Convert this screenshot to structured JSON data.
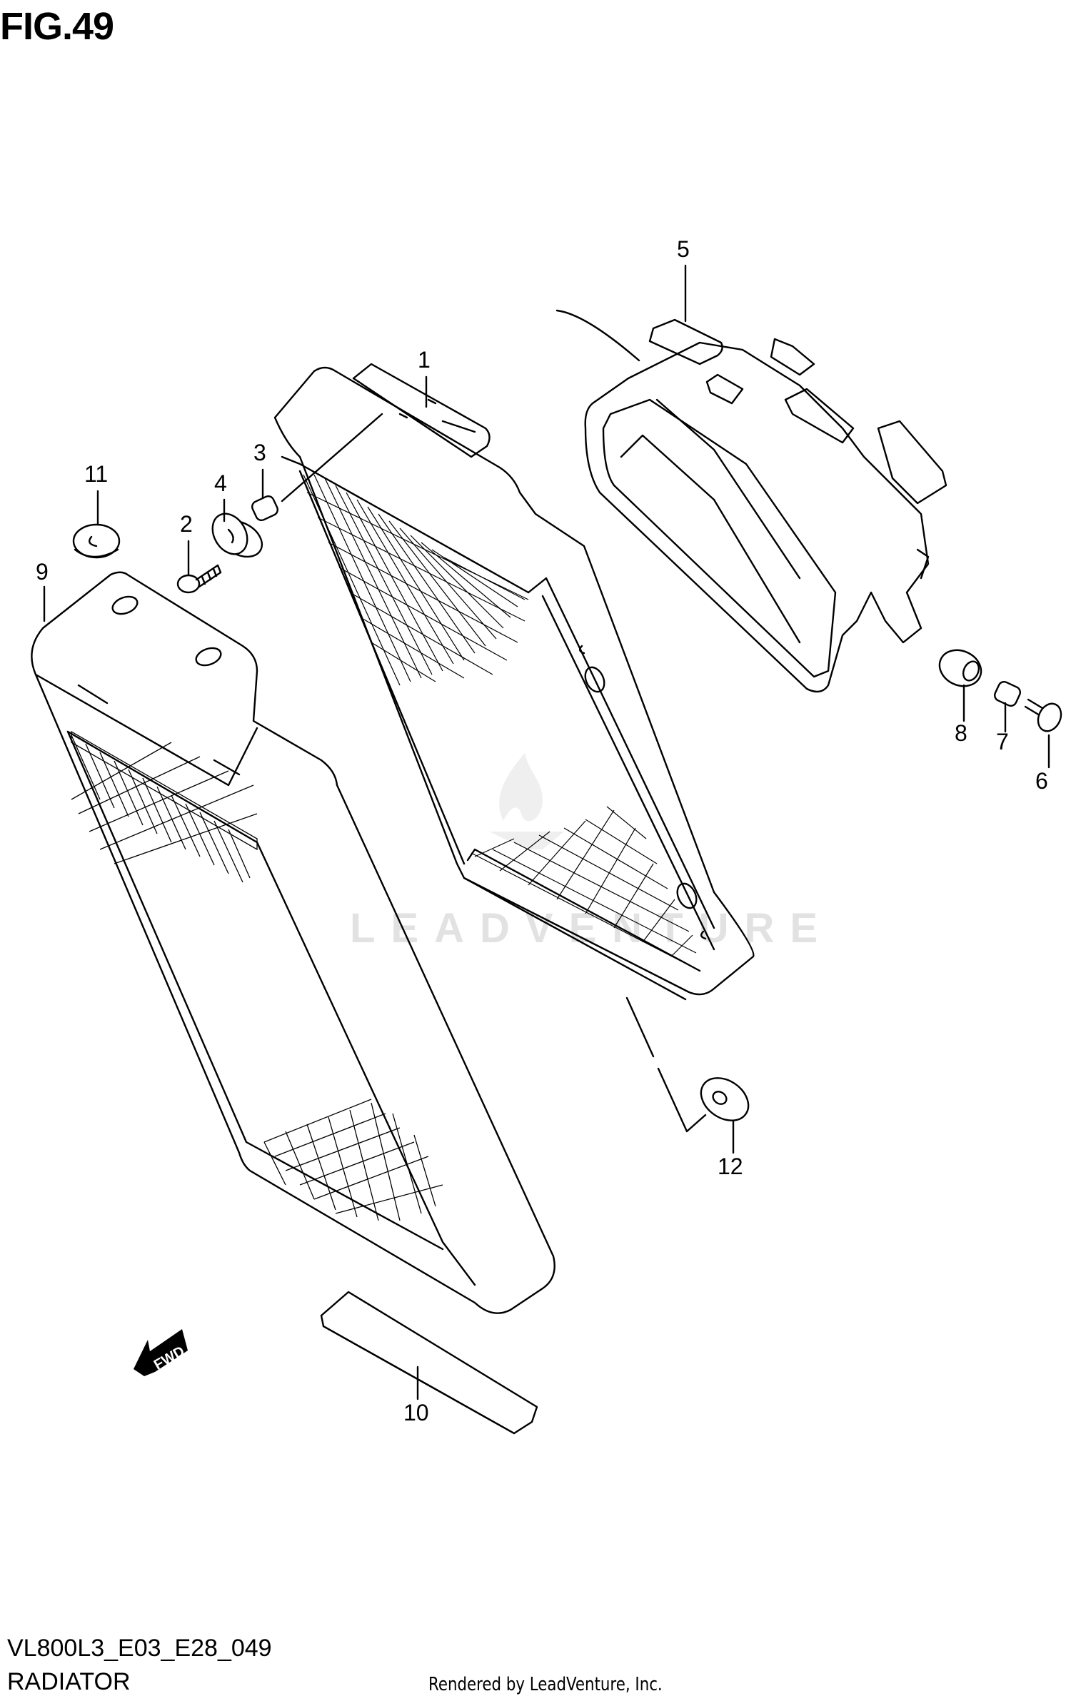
{
  "header": {
    "figure_title": "FIG.49"
  },
  "footer": {
    "diagram_code": "VL800L3_E03_E28_049",
    "section_name": "RADIATOR",
    "credit": "Rendered by LeadVenture, Inc."
  },
  "watermark": {
    "text": "LEADVENTURE",
    "icon": "flame-logo-icon"
  },
  "direction_indicator": {
    "label": "FWD",
    "icon": "forward-arrow-icon"
  },
  "callouts": [
    {
      "number": "1",
      "part": "radiator-core"
    },
    {
      "number": "2",
      "part": "bolt"
    },
    {
      "number": "3",
      "part": "collar"
    },
    {
      "number": "4",
      "part": "cushion"
    },
    {
      "number": "5",
      "part": "fan-motor-shroud"
    },
    {
      "number": "6",
      "part": "bolt"
    },
    {
      "number": "7",
      "part": "collar"
    },
    {
      "number": "8",
      "part": "cushion"
    },
    {
      "number": "9",
      "part": "radiator-cover"
    },
    {
      "number": "10",
      "part": "seal-strip"
    },
    {
      "number": "11",
      "part": "cap"
    },
    {
      "number": "12",
      "part": "cushion"
    }
  ]
}
